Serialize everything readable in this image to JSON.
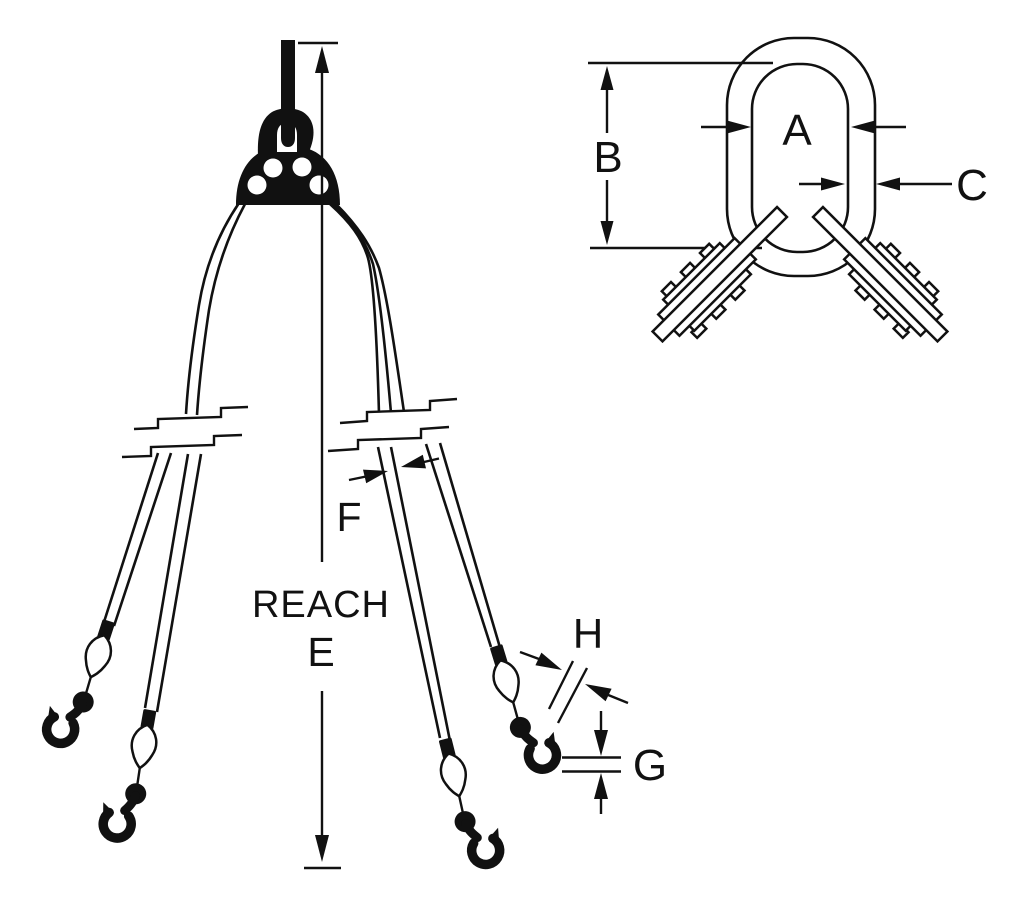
{
  "figure": {
    "description": "Four-leg wire rope bridle sling line drawing with dimension callouts and oblong master link detail",
    "colors": {
      "ink": "#111111",
      "background": "#ffffff"
    },
    "labels": {
      "reach": "REACH",
      "e": "E",
      "a": "A",
      "b": "B",
      "c": "C",
      "f": "F",
      "g": "G",
      "h": "H"
    }
  }
}
